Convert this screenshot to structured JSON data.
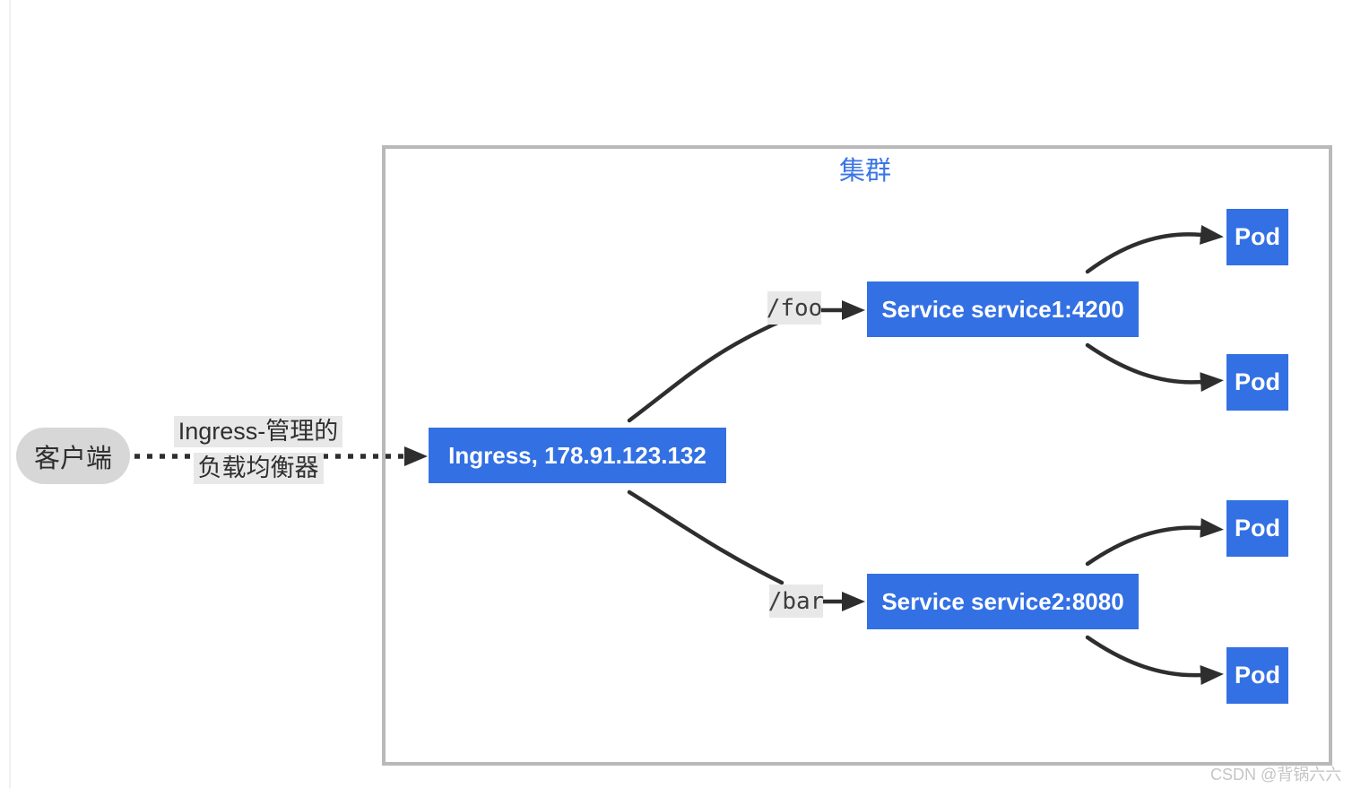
{
  "cluster": {
    "label": "集群"
  },
  "client": {
    "label": "客户端"
  },
  "load_balancer_label": {
    "line1": "Ingress-管理的",
    "line2": "负载均衡器"
  },
  "ingress": {
    "label": "Ingress, 178.91.123.132"
  },
  "routes": [
    {
      "path": "/foo",
      "service": "Service service1:4200",
      "pods": [
        "Pod",
        "Pod"
      ]
    },
    {
      "path": "/bar",
      "service": "Service service2:8080",
      "pods": [
        "Pod",
        "Pod"
      ]
    }
  ],
  "watermark": "CSDN @背锅六六",
  "colors": {
    "node_blue": "#3370e3",
    "cluster_border_gray": "#b9b9b9",
    "cluster_label_blue": "#3c76e4",
    "client_pill_gray": "#d7d7d7",
    "label_highlight_gray": "#e8e8e8",
    "connector_dark": "#2e2e2e",
    "watermark_gray": "#c5c5c5"
  }
}
